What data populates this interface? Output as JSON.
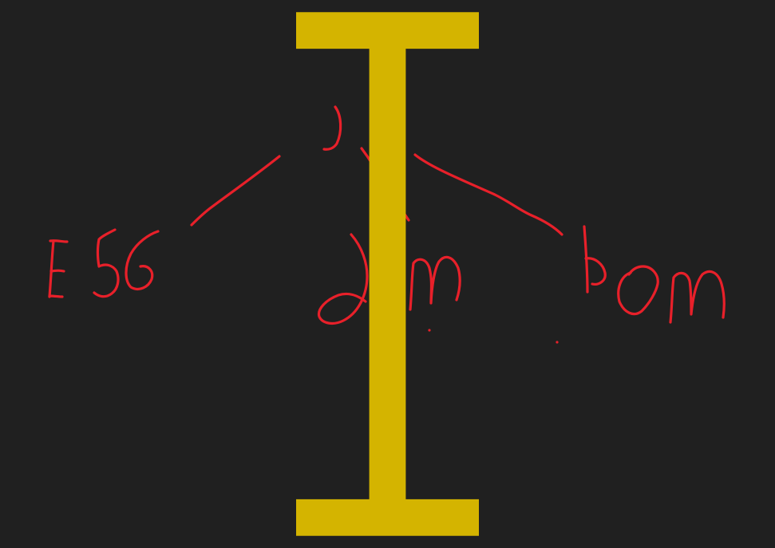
{
  "diagram": {
    "ink_color": "#e8202a",
    "background_color": "#202020",
    "root": {
      "label": "JS"
    },
    "children": [
      {
        "label": "ES6"
      },
      {
        "label": "dom"
      },
      {
        "label": "bom"
      }
    ]
  },
  "cursor": {
    "icon": "text-cursor-icon",
    "color": "#d4b400"
  }
}
